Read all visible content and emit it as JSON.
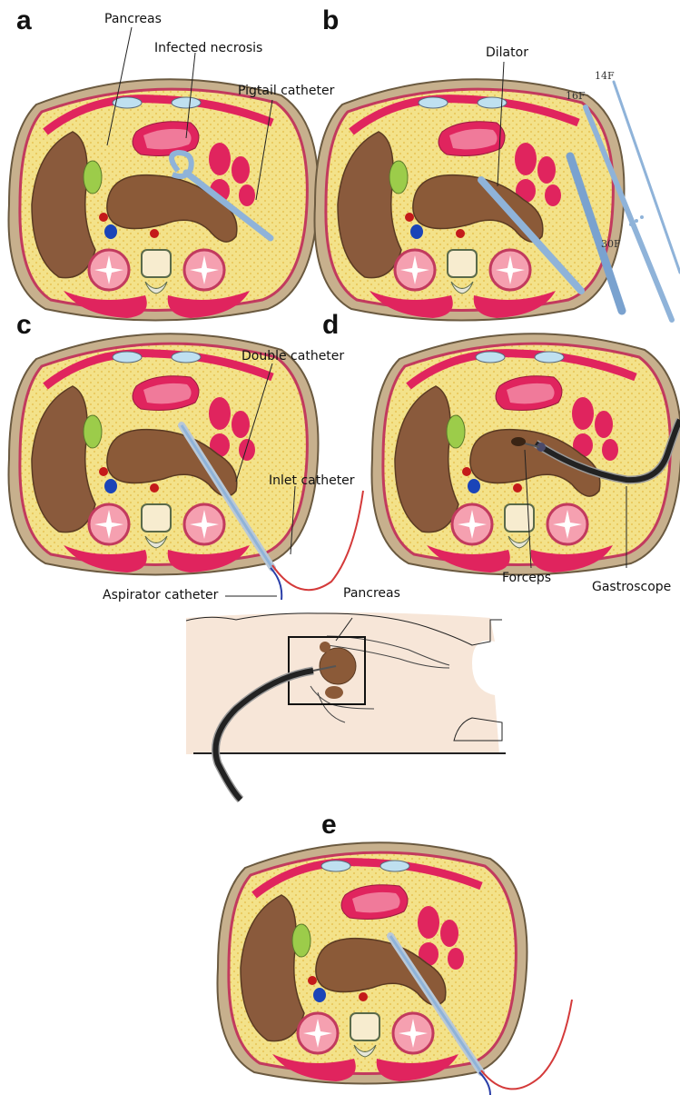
{
  "panels": {
    "a": "a",
    "b": "b",
    "c": "c",
    "d": "d",
    "e": "e"
  },
  "labels": {
    "pancreas_a": "Pancreas",
    "infected_necrosis": "Infected necrosis",
    "pigtail_catheter": "Pigtail catheter",
    "dilator": "Dilator",
    "double_catheter": "Double catheter",
    "inlet_catheter": "Inlet catheter",
    "aspirator_catheter": "Aspirator catheter",
    "forceps": "Forceps",
    "gastroscope": "Gastroscope",
    "pancreas_body": "Pancreas"
  },
  "dilator_sizes": [
    "14F",
    "16F",
    "30F"
  ],
  "colors": {
    "fat": "#f3e28a",
    "muscle": "#e0245e",
    "liver": "#8a5a3c",
    "pancreas": "#8b5a38",
    "catheter": "#8fb3d9",
    "inlet": "#d43a3a",
    "aspirator": "#2b3fa8",
    "skin": "#f7e6d8"
  }
}
